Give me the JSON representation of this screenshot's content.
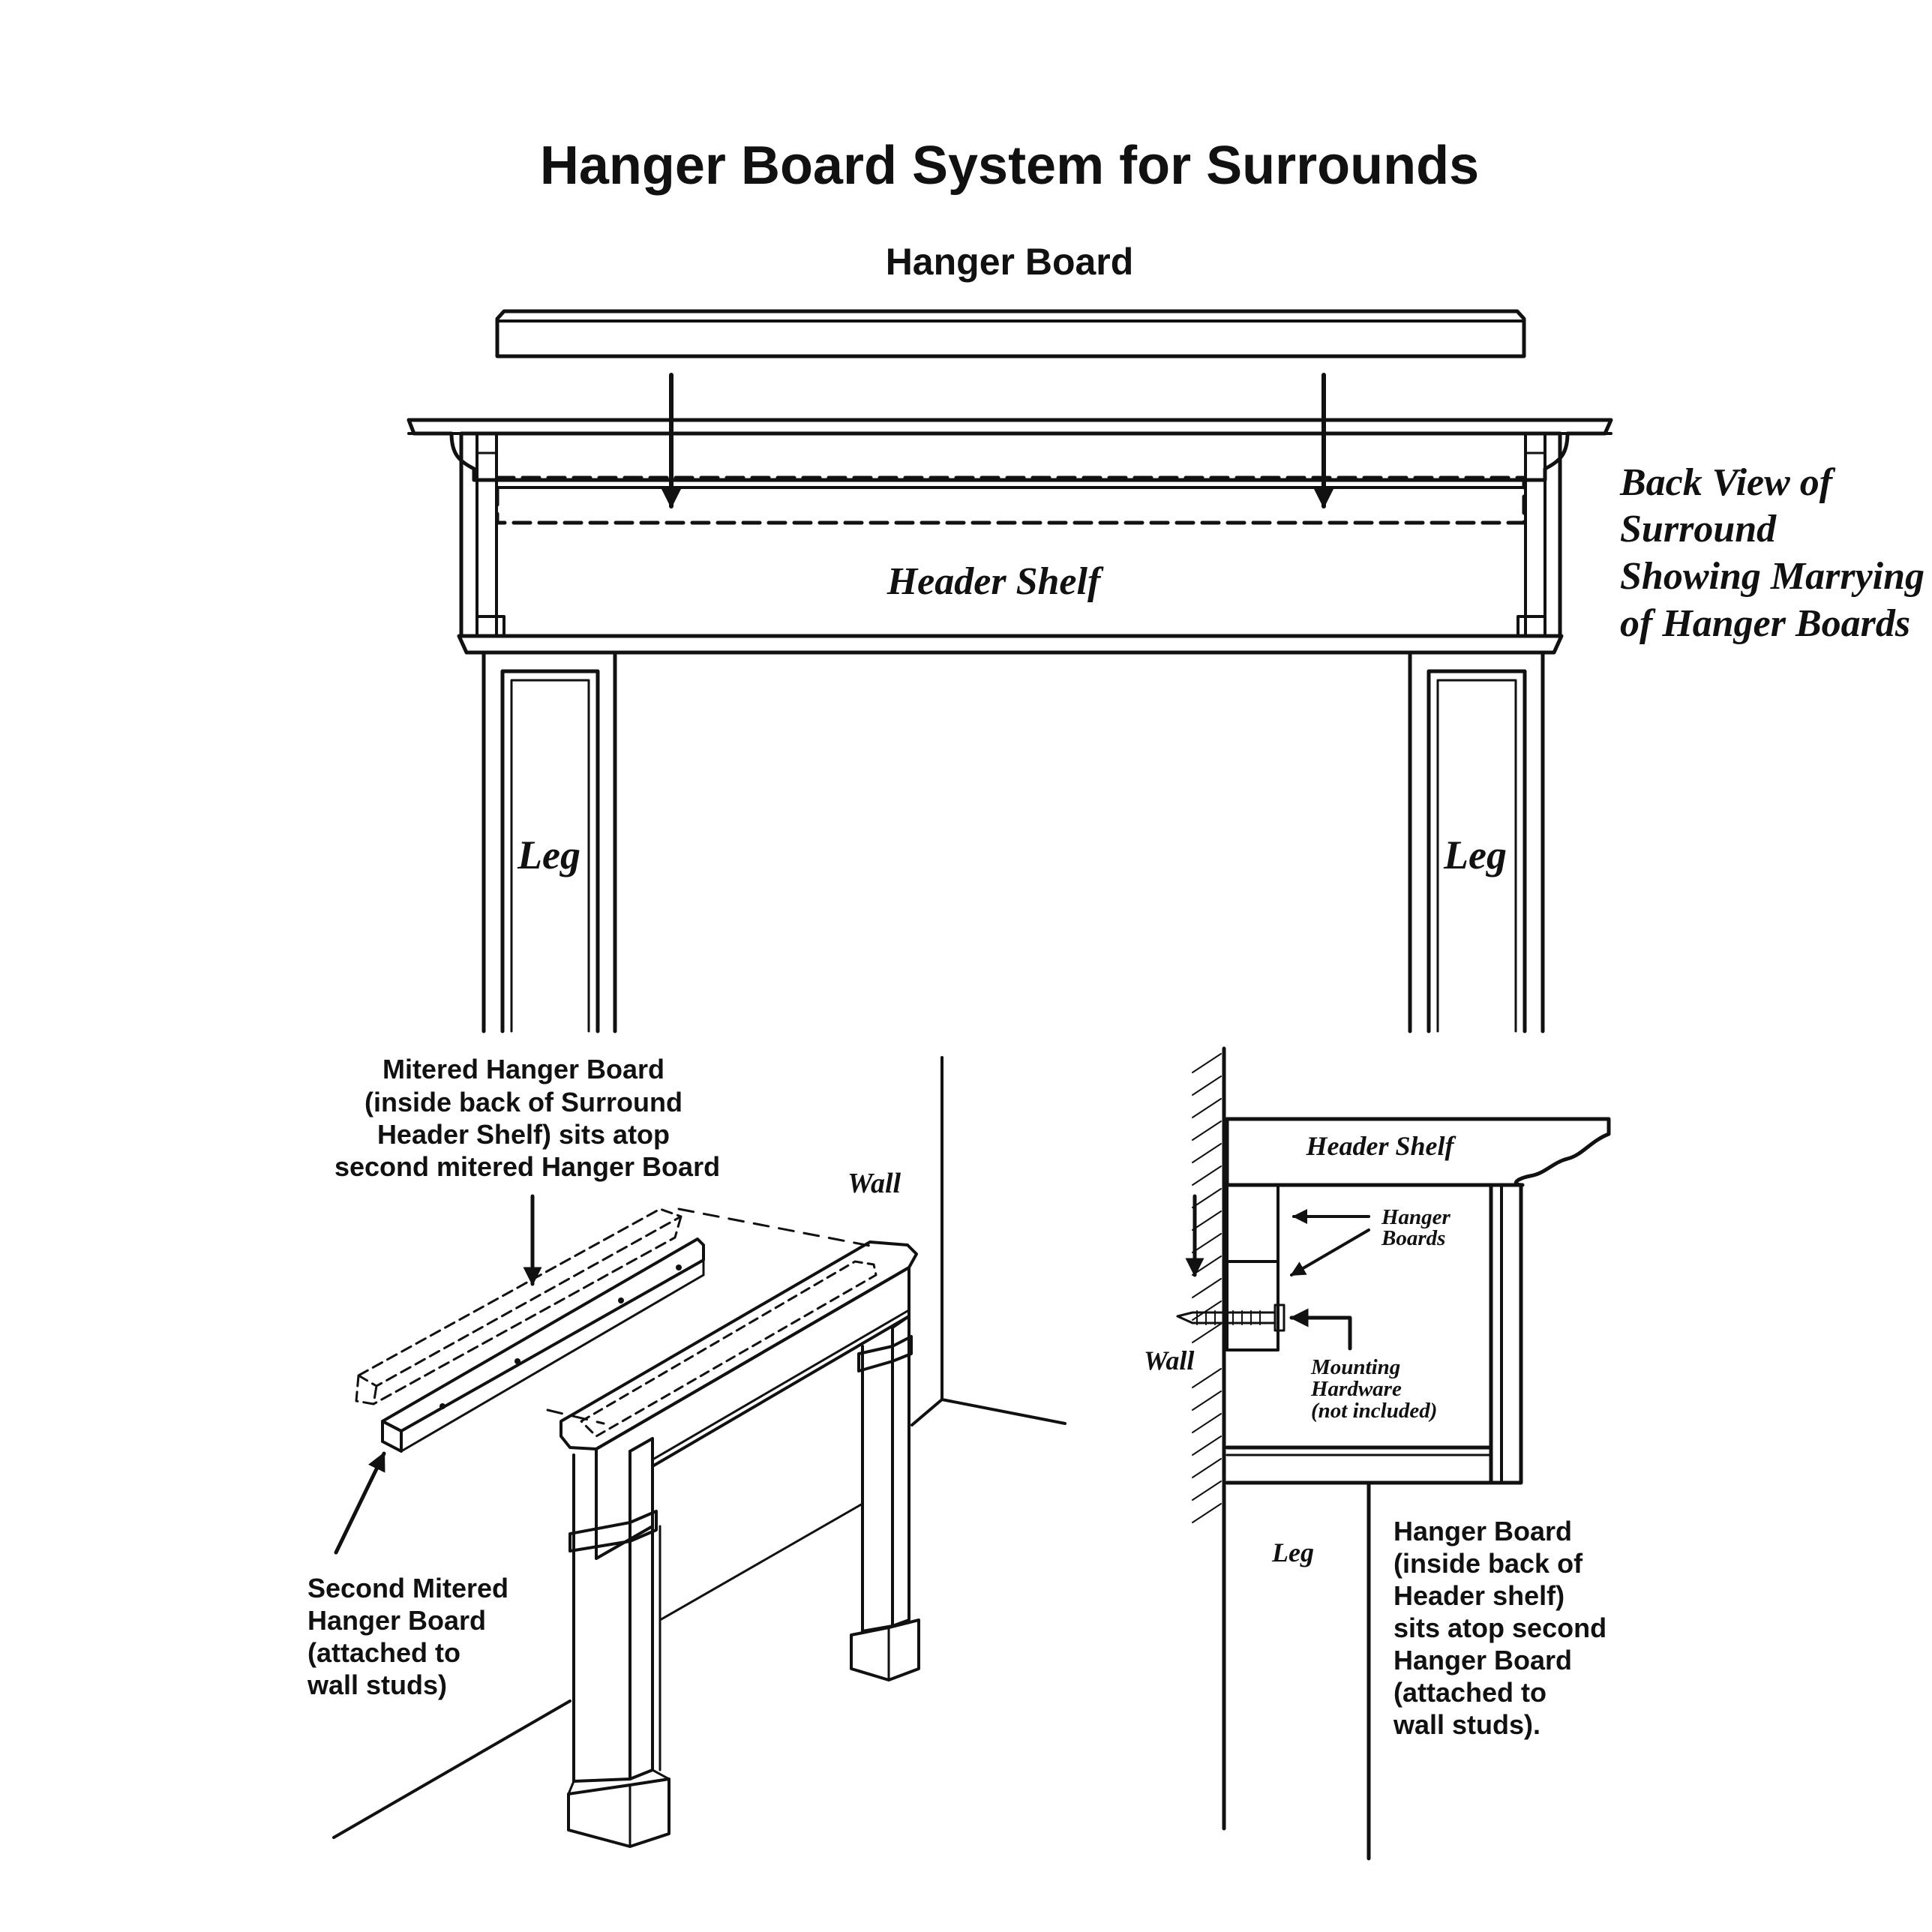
{
  "title": "Hanger Board System for Surrounds",
  "top_view": {
    "hanger_board_label": "Hanger Board",
    "header_shelf_label": "Header Shelf",
    "leg_left_label": "Leg",
    "leg_right_label": "Leg",
    "back_view_lines": [
      "Back View of",
      "Surround",
      "Showing Marrying",
      "of Hanger Boards"
    ]
  },
  "perspective_view": {
    "mitered_lines": [
      "Mitered Hanger Board",
      "(inside back of Surround",
      "Header Shelf) sits atop",
      "second mitered Hanger Board"
    ],
    "wall_label": "Wall",
    "second_lines": [
      "Second Mitered",
      "Hanger Board",
      "(attached to",
      "wall studs)"
    ]
  },
  "side_view": {
    "header_shelf_label": "Header Shelf",
    "hanger_boards_lines": [
      "Hanger",
      "Boards"
    ],
    "mounting_lines": [
      "Mounting",
      "Hardware",
      "(not included)"
    ],
    "wall_label": "Wall",
    "leg_label": "Leg",
    "note_lines": [
      "Hanger Board",
      "(inside back of",
      "Header shelf)",
      "sits atop second",
      "Hanger Board",
      "(attached to",
      "wall studs)."
    ]
  },
  "colors": {
    "ink": "#111111",
    "panel_fill": "#e8e9e9",
    "background": "#ffffff"
  }
}
